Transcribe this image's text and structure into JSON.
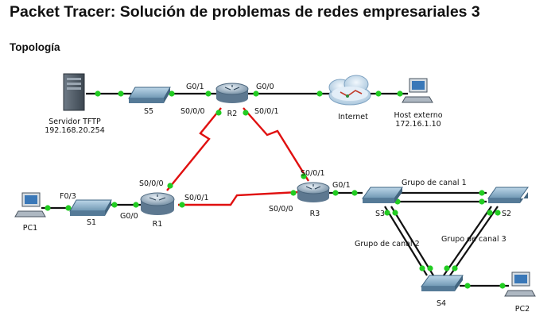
{
  "title": "Packet Tracer: Solución de problemas de redes empresariales 3",
  "heading": "Topología",
  "devices": {
    "server": {
      "name": "Servidor TFTP",
      "ip": "192.168.20.254"
    },
    "s5": "S5",
    "r2": "R2",
    "r1": "R1",
    "r3": "R3",
    "s1": "S1",
    "s2": "S2",
    "s3": "S3",
    "s4": "S4",
    "pc1": "PC1",
    "pc2": "PC2",
    "internet": "Internet",
    "host": {
      "name": "Host externo",
      "ip": "172.16.1.10"
    }
  },
  "ports": {
    "r2_g01": "G0/1",
    "r2_g00": "G0/0",
    "r2_s000": "S0/0/0",
    "r2_s001": "S0/0/1",
    "r1_s000": "S0/0/0",
    "r1_s001": "S0/0/1",
    "r1_g00": "G0/0",
    "s1_f03": "F0/3",
    "r3_s001": "S0/0/1",
    "r3_s000": "S0/0/0",
    "r3_g01": "G0/1"
  },
  "channels": {
    "c1": "Grupo de canal 1",
    "c2": "Grupo de canal 2",
    "c3": "Grupo de canal 3"
  },
  "colors": {
    "ethernet": "#111111",
    "serial": "#e01010",
    "port_ok": "#22cc22"
  }
}
